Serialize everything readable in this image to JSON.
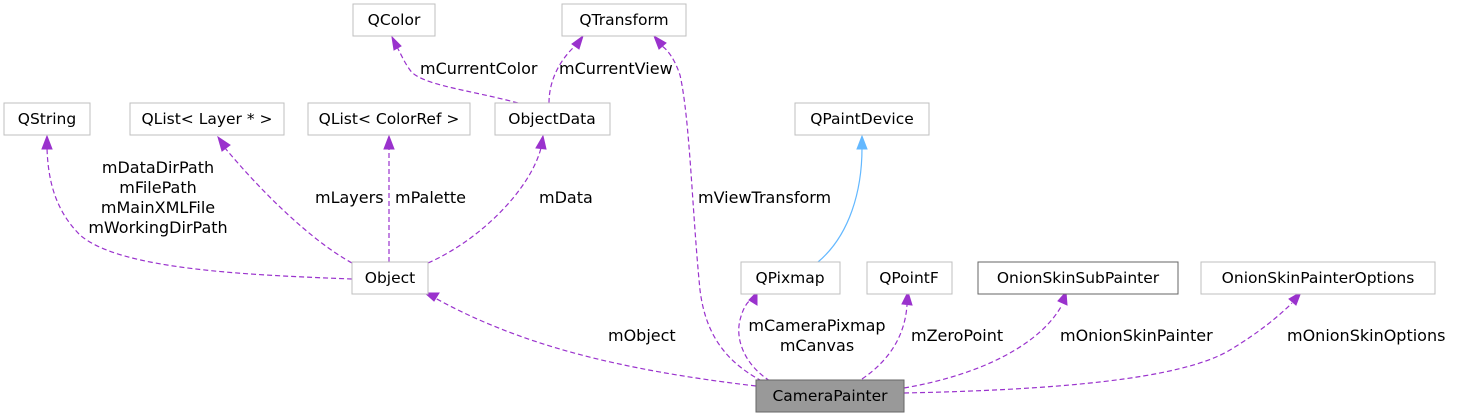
{
  "nodes": {
    "qcolor": "QColor",
    "qtransform": "QTransform",
    "qstring": "QString",
    "qlist_layer": "QList< Layer * >",
    "qlist_colorref": "QList< ColorRef >",
    "objectdata": "ObjectData",
    "qpaintdevice": "QPaintDevice",
    "object": "Object",
    "qpixmap": "QPixmap",
    "qpointf": "QPointF",
    "onionskinsubpainter": "OnionSkinSubPainter",
    "onionskinpainteroptions": "OnionSkinPainterOptions",
    "camerapainter": "CameraPainter"
  },
  "labels": {
    "mcurrentcolor": "mCurrentColor",
    "mcurrentview": "mCurrentView",
    "mdatadirpath": "mDataDirPath",
    "mfilepath": "mFilePath",
    "mmainxmlfile": "mMainXMLFile",
    "mworkingdirpath": "mWorkingDirPath",
    "mlayers": "mLayers",
    "mpalette": "mPalette",
    "mdata": "mData",
    "mviewtransform": "mViewTransform",
    "mobject": "mObject",
    "mcamerapixmap": "mCameraPixmap",
    "mcanvas": "mCanvas",
    "mzeropoint": "mZeroPoint",
    "monionskinpainter": "mOnionSkinPainter",
    "monionskinoptions": "mOnionSkinOptions"
  },
  "colors": {
    "usage_edge": "#9a32cd",
    "inherit_edge": "#63b8ff",
    "focus_node_fill": "#999999",
    "node_border": "#bfbfbf"
  }
}
